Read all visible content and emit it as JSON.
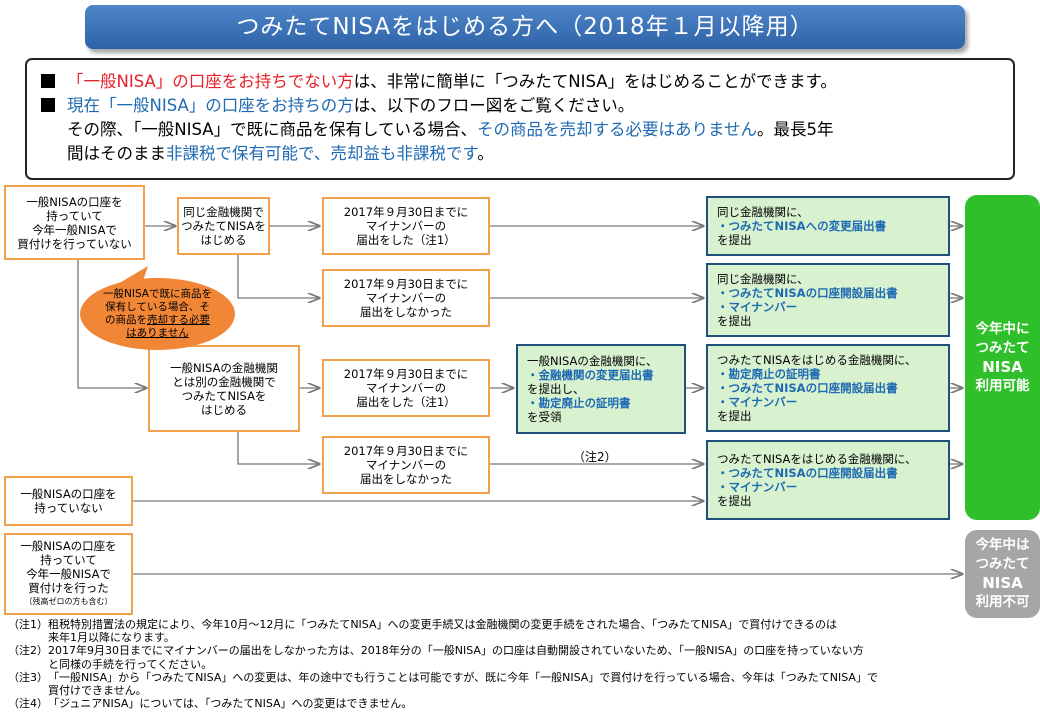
{
  "title": "つみたてNISAをはじめる方へ（2018年１月以降用）",
  "intro": {
    "line1_red": "「一般NISA」の口座をお持ちでない方",
    "line1_rest": "は、非常に簡単に「つみたてNISA」をはじめることができます。",
    "line2_blue": "現在「一般NISA」の口座をお持ちの方",
    "line2_rest": "は、以下のフロー図をご覧ください。",
    "line3_pre": "その際、「一般NISA」で既に商品を保有している場合、",
    "line3_blue": "その商品を売却する必要はありません",
    "line3_post": "。最長5年",
    "line4_pre": "間はそのまま",
    "line4_blue": "非課税で保有可能で、売却益も非課税です",
    "line4_post": "。"
  },
  "start_boxes": {
    "a": [
      "一般NISAの口座を",
      "持っていて",
      "今年一般NISAで",
      "買付けを行っていない"
    ],
    "b": [
      "一般NISAの口座を",
      "持っていない"
    ],
    "c": [
      "一般NISAの口座を",
      "持っていて",
      "今年一般NISAで",
      "買付けを行った"
    ],
    "c_note": "（残高ゼロの方も含む）"
  },
  "branch_boxes": {
    "same": [
      "同じ金融機関で",
      "つみたてNISAを",
      "はじめる"
    ],
    "other": [
      "一般NISAの金融機関",
      "とは別の金融機関で",
      "つみたてNISAを",
      "はじめる"
    ]
  },
  "mynumber": {
    "done": [
      "2017年９月30日までに",
      "マイナンバーの",
      "届出をした（注1）"
    ],
    "notdone": [
      "2017年９月30日までに",
      "マイナンバーの",
      "届出をしなかった"
    ]
  },
  "middle_green": {
    "l1": "一般NISAの金融機関に、",
    "i1": "・金融機関の変更届出書",
    "l2": "を提出し、",
    "i2": "・勘定廃止の証明書",
    "l3": "を受領"
  },
  "green": {
    "g1": {
      "l1": "同じ金融機関に、",
      "i1": "・つみたてNISAへの変更届出書",
      "l2": "を提出"
    },
    "g2": {
      "l1": "同じ金融機関に、",
      "i1": "・つみたてNISAの口座開設届出書",
      "i2": "・マイナンバー",
      "l2": "を提出"
    },
    "g3": {
      "l1": "つみたてNISAをはじめる金融機関に、",
      "i1": "・勘定廃止の証明書",
      "i2": "・つみたてNISAの口座開設届出書",
      "i3": "・マイナンバー",
      "l2": "を提出"
    },
    "g4": {
      "l1": "つみたてNISAをはじめる金融機関に、",
      "i1": "・つみたてNISAの口座開設届出書",
      "i2": "・マイナンバー",
      "l2": "を提出"
    }
  },
  "callout": {
    "l1": "一般NISAで既に商品を",
    "l2": "保有している場合、そ",
    "l3_pre": "の商品を",
    "l3_u": "売却する必要",
    "l4": "はありません"
  },
  "note2_label": "（注2）",
  "result_ok": {
    "l1": "今年中に",
    "l2": "つみたて",
    "l3": "NISA",
    "l4": "利用可能"
  },
  "result_ng": {
    "l1": "今年中は",
    "l2": "つみたて",
    "l3": "NISA",
    "l4": "利用不可"
  },
  "notes": [
    {
      "k": "（注1）",
      "t": "租税特別措置法の規定により、今年10月～12月に「つみたてNISA」への変更手続又は金融機関の変更手続をされた場合、「つみたてNISA」で買付けできるのは",
      "t2": "来年1月以降になります。"
    },
    {
      "k": "（注2）",
      "t": "2017年9月30日までにマイナンバーの届出をしなかった方は、2018年分の「一般NISA」の口座は自動開設されていないため、「一般NISA」の口座を持っていない方",
      "t2": "と同様の手続を行ってください。"
    },
    {
      "k": "（注3）",
      "t": "「一般NISA」から「つみたてNISA」への変更は、年の途中でも行うことは可能ですが、既に今年「一般NISA」で買付けを行っている場合、今年は「つみたてNISA」で",
      "t2": "買付けできません。"
    },
    {
      "k": "（注4）",
      "t": "「ジュニアNISA」については、「つみたてNISA」への変更はできません。",
      "t2": ""
    }
  ],
  "colors": {
    "title": "#2e62a8",
    "orange_border": "#f3a24b",
    "green_fill": "#d8f2d0",
    "ok": "#2fbf2a",
    "ng": "#a6a6a6",
    "callout": "#f08636",
    "accent_blue": "#1f6ab2",
    "accent_red": "#e8202a"
  }
}
